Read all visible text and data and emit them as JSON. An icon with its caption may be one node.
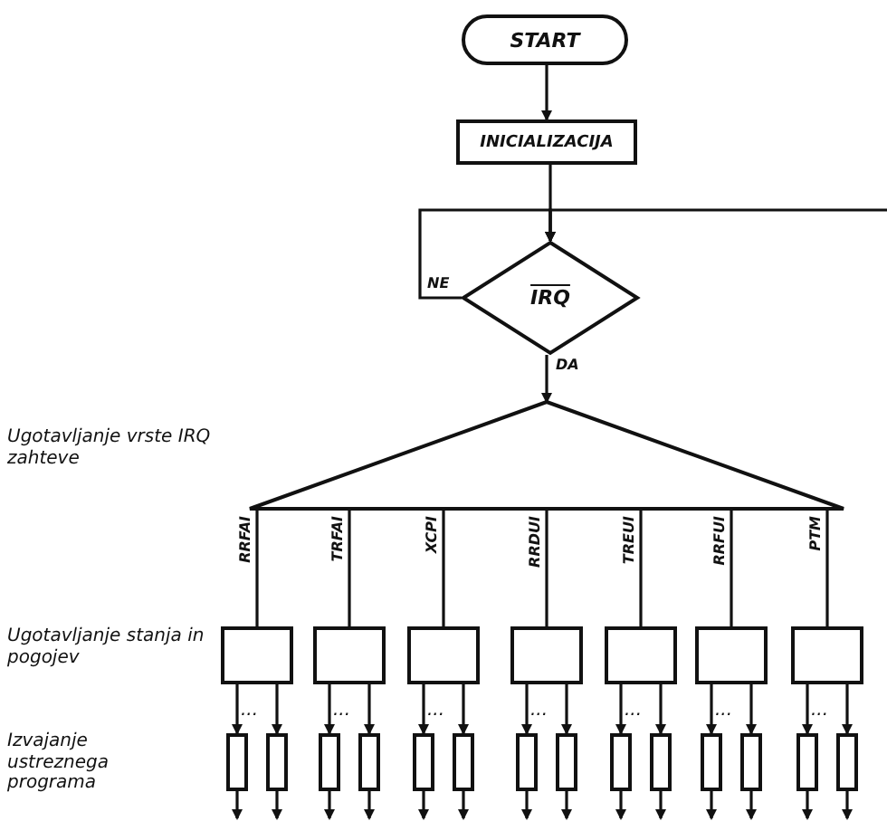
{
  "diagram": {
    "nodes": [
      {
        "text": [
          "START"
        ]
      },
      {
        "text": [
          "INICIALIZACIJA"
        ]
      },
      {
        "text": [
          "IRQ"
        ]
      },
      {
        "text": [],
        "shape": "triangle"
      },
      {
        "text": [],
        "shape": "box"
      },
      {
        "text": [],
        "shape": "box"
      },
      {
        "text": [],
        "shape": "box"
      },
      {
        "text": [],
        "shape": "box"
      },
      {
        "text": [],
        "shape": "box"
      },
      {
        "text": [],
        "shape": "box"
      },
      {
        "text": [],
        "shape": "box"
      },
      {
        "text": [],
        "shape": "box"
      },
      {
        "text": [],
        "shape": "box"
      },
      {
        "text": [],
        "shape": "box"
      },
      {
        "text": [],
        "shape": "box"
      },
      {
        "text": [],
        "shape": "box"
      },
      {
        "text": [],
        "shape": "box"
      },
      {
        "text": [],
        "shape": "box"
      },
      {
        "text": [],
        "shape": "box"
      },
      {
        "text": [],
        "shape": "box"
      },
      {
        "text": [],
        "shape": "box"
      },
      {
        "text": [],
        "shape": "box"
      },
      {
        "text": [],
        "shape": "box"
      },
      {
        "text": [],
        "shape": "box"
      },
      {
        "text": [],
        "shape": "box"
      }
    ],
    "edges": [
      {
        "from": 0,
        "to": 1,
        "arrow": "to"
      },
      {
        "from": 1,
        "to": 2,
        "arrow": "to"
      },
      {
        "from": 2,
        "to": 2,
        "arrow": "to",
        "label": "NE"
      },
      {
        "from": null,
        "to": 2,
        "arrow": "to"
      },
      {
        "from": 2,
        "to": 3,
        "arrow": "to",
        "label": "DA"
      },
      {
        "from": 3,
        "to": 4,
        "arrow": "none",
        "label": "RRFAI"
      },
      {
        "from": 3,
        "to": 5,
        "arrow": "none",
        "label": "TRFAI"
      },
      {
        "from": 3,
        "to": 6,
        "arrow": "none",
        "label": "XCPI"
      },
      {
        "from": 3,
        "to": 7,
        "arrow": "none",
        "label": "RRDUI"
      },
      {
        "from": 3,
        "to": 8,
        "arrow": "none",
        "label": "TREUI"
      },
      {
        "from": 3,
        "to": 9,
        "arrow": "none",
        "label": "RRFUI"
      },
      {
        "from": 3,
        "to": 10,
        "arrow": "none",
        "label": "PTM"
      },
      {
        "from": 4,
        "to": 11,
        "arrow": "to"
      },
      {
        "from": 4,
        "to": 12,
        "arrow": "to"
      },
      {
        "from": 5,
        "to": 13,
        "arrow": "to"
      },
      {
        "from": 5,
        "to": 14,
        "arrow": "to"
      },
      {
        "from": 6,
        "to": 15,
        "arrow": "to"
      },
      {
        "from": 6,
        "to": 16,
        "arrow": "to"
      },
      {
        "from": 7,
        "to": 17,
        "arrow": "to"
      },
      {
        "from": 7,
        "to": 18,
        "arrow": "to"
      },
      {
        "from": 8,
        "to": 19,
        "arrow": "to"
      },
      {
        "from": 8,
        "to": 20,
        "arrow": "to"
      },
      {
        "from": 9,
        "to": 21,
        "arrow": "to"
      },
      {
        "from": 9,
        "to": 22,
        "arrow": "to"
      },
      {
        "from": 10,
        "to": 23,
        "arrow": "to"
      },
      {
        "from": 10,
        "to": 24,
        "arrow": "to"
      },
      {
        "from": 11,
        "to": null,
        "arrow": "to"
      },
      {
        "from": 12,
        "to": null,
        "arrow": "to"
      },
      {
        "from": 13,
        "to": null,
        "arrow": "to"
      },
      {
        "from": 14,
        "to": null,
        "arrow": "to"
      },
      {
        "from": 15,
        "to": null,
        "arrow": "to"
      },
      {
        "from": 16,
        "to": null,
        "arrow": "to"
      },
      {
        "from": 17,
        "to": null,
        "arrow": "to"
      },
      {
        "from": 18,
        "to": null,
        "arrow": "to"
      },
      {
        "from": 19,
        "to": null,
        "arrow": "to"
      },
      {
        "from": 20,
        "to": null,
        "arrow": "to"
      },
      {
        "from": 21,
        "to": null,
        "arrow": "to"
      },
      {
        "from": 22,
        "to": null,
        "arrow": "to"
      },
      {
        "from": 23,
        "to": null,
        "arrow": "to"
      },
      {
        "from": 24,
        "to": null,
        "arrow": "to"
      }
    ],
    "labels": [
      "Ugotavljanje vrste IRQ zahteve",
      "Ugotavljanje stanja in pogojev",
      "...",
      "...",
      "...",
      "...",
      "...",
      "...",
      "...",
      "Izvajanje ustreznega programa"
    ]
  }
}
